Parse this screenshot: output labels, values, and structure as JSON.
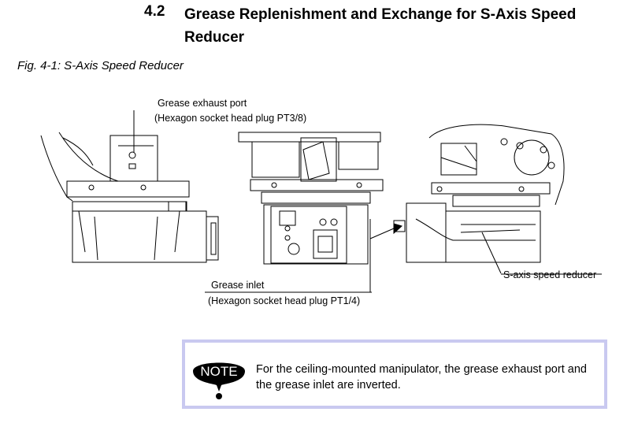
{
  "section": {
    "number": "4.2",
    "title": "Grease Replenishment and Exchange for S-Axis Speed Reducer"
  },
  "figure": {
    "caption": "Fig. 4-1: S-Axis Speed Reducer",
    "labels": {
      "exhaust_port": "Grease exhaust port",
      "exhaust_plug": "(Hexagon socket head plug PT3/8)",
      "inlet": "Grease inlet",
      "inlet_plug": "(Hexagon socket head plug PT1/4)",
      "reducer": "S-axis speed reducer"
    }
  },
  "note": {
    "icon_label": "NOTE",
    "text": "For the ceiling-mounted manipulator, the grease exhaust port and the grease inlet are inverted."
  }
}
